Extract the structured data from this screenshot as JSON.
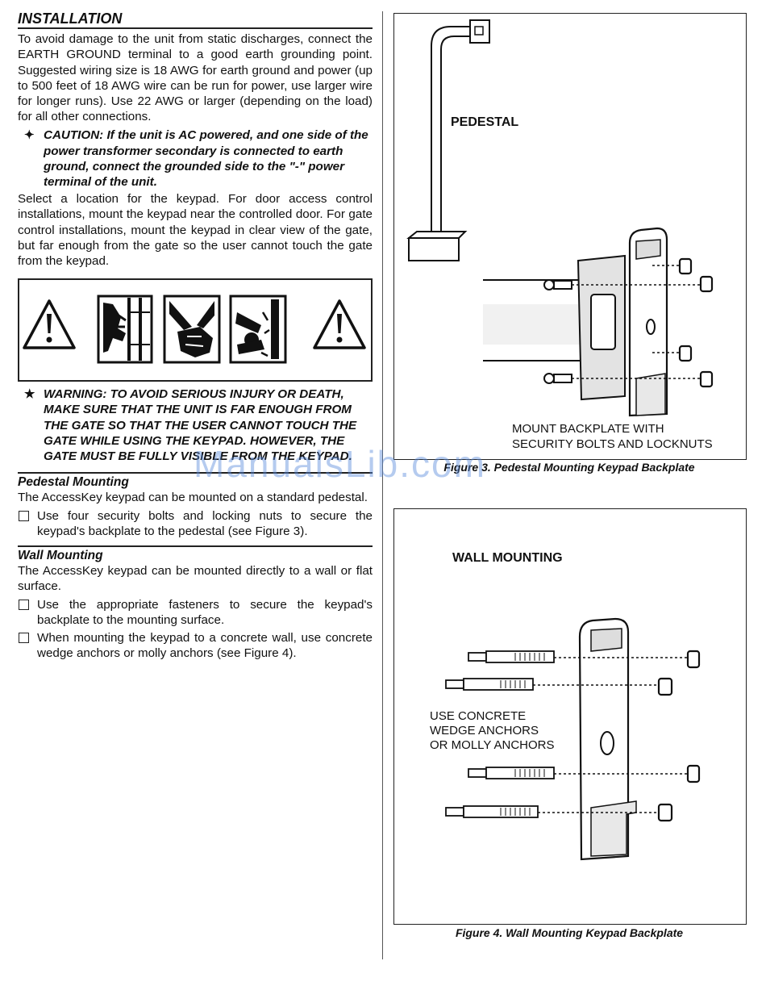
{
  "installation": {
    "title": "INSTALLATION",
    "intro": "To avoid damage to the unit from static discharges, connect the EARTH GROUND terminal to a good earth grounding point. Suggested wiring size is 18 AWG for earth ground and power (up to 500 feet of 18 AWG wire can be run for power, use larger wire for longer runs). Use 22 AWG or larger (depending on the load) for all other connections.",
    "caution_marker": "✦",
    "caution": "CAUTION: If the unit is AC powered, and one side of the power transformer secondary is connected to earth ground, connect the grounded side to the \"-\" power terminal of the unit.",
    "location": "Select a location for the keypad. For door access control installations, mount the keypad near the controlled door. For gate control installations, mount the keypad in clear view of the gate, but far enough from the gate so the user cannot touch the gate from the keypad.",
    "warning_marker": "★",
    "warning": "WARNING: TO AVOID SERIOUS INJURY OR DEATH, MAKE SURE THAT THE UNIT IS FAR ENOUGH FROM THE GATE SO THAT THE USER CANNOT TOUCH THE GATE WHILE USING THE KEYPAD. HOWEVER, THE GATE MUST BE FULLY VISIBLE FROM THE KEYPAD."
  },
  "pedestal": {
    "title": "Pedestal Mounting",
    "text": "The AccessKey keypad can be mounted on a standard pedestal.",
    "step1": "Use four security bolts and locking nuts to secure the keypad's backplate to the pedestal (see Figure 3)."
  },
  "wall": {
    "title": "Wall Mounting",
    "text": "The AccessKey keypad can be mounted directly to a wall or flat surface.",
    "step1": "Use the appropriate fasteners to secure the keypad's backplate to the mounting surface.",
    "step2": "When mounting the keypad to a concrete wall, use concrete wedge anchors or molly anchors (see Figure 4)."
  },
  "figure3": {
    "label_pedestal": "PEDESTAL",
    "label_mount_1": "MOUNT BACKPLATE WITH",
    "label_mount_2": "SECURITY BOLTS AND LOCKNUTS",
    "caption": "Figure 3. Pedestal Mounting Keypad Backplate"
  },
  "figure4": {
    "label_title": "WALL MOUNTING",
    "label_anchor_1": "USE CONCRETE",
    "label_anchor_2": "WEDGE ANCHORS",
    "label_anchor_3": "OR MOLLY ANCHORS",
    "caption": "Figure 4. Wall Mounting Keypad Backplate"
  },
  "watermark": "ManualsLib.com",
  "icons": [
    "warning-triangle-icon",
    "crush-hazard-icon",
    "hand-crush-icon",
    "impact-hazard-icon",
    "warning-triangle-icon"
  ]
}
